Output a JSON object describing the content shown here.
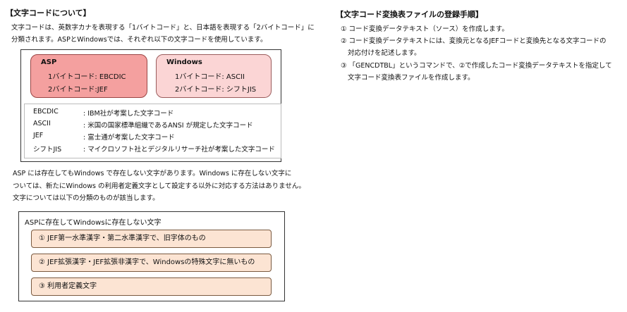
{
  "left": {
    "heading": "【文字コードについて】",
    "intro": [
      "文字コードは、英数字カナを表現する「1バイトコード」と、日本語を表現する「2バイトコード」に",
      "分類されます。ASPとWindowsでは、それぞれ以下の文字コードを使用しています。"
    ],
    "asp_box": {
      "title": "ASP",
      "lines": [
        "1バイトコード: EBCDIC",
        "2バイトコード:JEF"
      ]
    },
    "windows_box": {
      "title": "Windows",
      "lines": [
        "1バイトコード: ASCII",
        "2バイトコード: シフトJIS"
      ]
    },
    "definitions": [
      {
        "term": "EBCDIC",
        "desc": ": IBM社が考案した文字コード"
      },
      {
        "term": "ASCII",
        "desc": ": 米国の国家標準組織であるANSI が規定した文字コード"
      },
      {
        "term": "JEF",
        "desc": ": 富士通が考案した文字コード"
      },
      {
        "term": "シフトJIS",
        "desc": ": マイクロソフト社とデジタルリサーチ社が考案した文字コード"
      }
    ],
    "note": [
      "ASP には存在してもWindows で存在しない文字があります。Windows に存在しない文字に",
      "ついては、新たにWindows の利用者定義文字として設定する以外に対応する方法はありません。",
      "文字については以下の分類のものが該当します。"
    ],
    "missing_box": {
      "title": "ASPに存在してWindowsに存在しない文字",
      "items": [
        "① JEF第一水準漢字・第二水準漢字で、旧字体のもの",
        "② JEF拡張漢字・JEF拡張非漢字で、Windowsの特殊文字に無いもの",
        "③ 利用者定義文字"
      ]
    }
  },
  "right": {
    "heading": "【文字コード変換表ファイルの登録手順】",
    "steps": [
      "① コード変換データテキスト（ソース）を作成します。",
      "② コード変換データテキストには、変換元となるJEFコードと変換先となる文字コードの",
      "対応付けを記述します。",
      "③ 「GENCDTBL」というコマンドで、②で作成したコード変換データテキストを指定して",
      "文字コード変換表ファイルを作成します。"
    ]
  }
}
